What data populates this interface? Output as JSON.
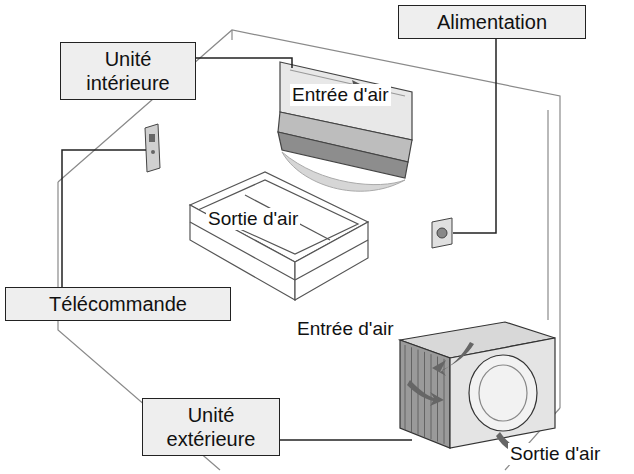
{
  "diagram": {
    "nodes": [
      {
        "text": [
          "Unité intérieure"
        ]
      },
      {
        "text": [
          "Alimentation"
        ]
      },
      {
        "text": [
          "Télécommande"
        ]
      },
      {
        "text": [
          "Unité extérieure"
        ]
      }
    ],
    "labels": [
      "Entrée d'air",
      "Sortie d'air",
      "Entrée d'air",
      "Sortie d'air"
    ]
  }
}
